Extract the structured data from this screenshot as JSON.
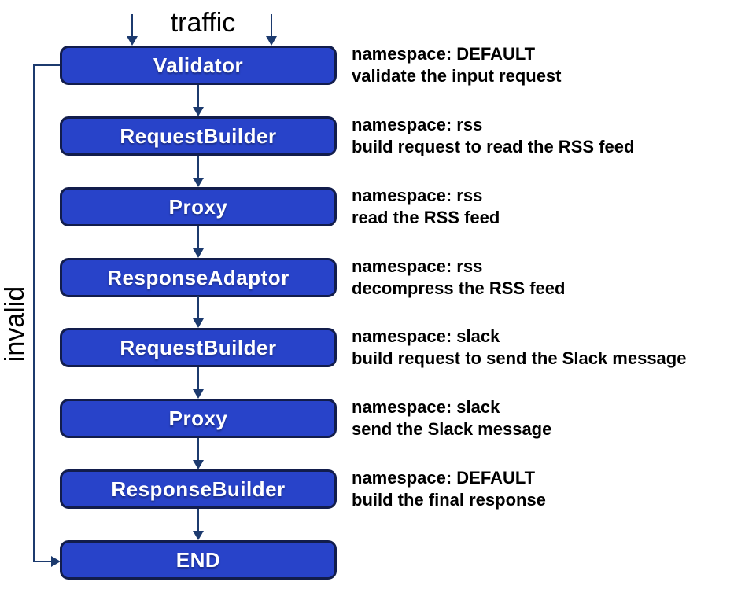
{
  "diagram": {
    "traffic_label": "traffic",
    "invalid_label": "invalid",
    "nodes": [
      {
        "label": "Validator",
        "annotation_line1": "namespace: DEFAULT",
        "annotation_line2": "validate the input request"
      },
      {
        "label": "RequestBuilder",
        "annotation_line1": "namespace: rss",
        "annotation_line2": "build request to read the RSS feed"
      },
      {
        "label": "Proxy",
        "annotation_line1": "namespace: rss",
        "annotation_line2": "read the RSS feed"
      },
      {
        "label": "ResponseAdaptor",
        "annotation_line1": "namespace: rss",
        "annotation_line2": "decompress the RSS feed"
      },
      {
        "label": "RequestBuilder",
        "annotation_line1": "namespace: slack",
        "annotation_line2": "build request to send the Slack message"
      },
      {
        "label": "Proxy",
        "annotation_line1": "namespace: slack",
        "annotation_line2": "send the Slack message"
      },
      {
        "label": "ResponseBuilder",
        "annotation_line1": "namespace: DEFAULT",
        "annotation_line2": "build the final response"
      },
      {
        "label": "END",
        "annotation_line1": "",
        "annotation_line2": ""
      }
    ],
    "colors": {
      "node_fill": "#2843c9",
      "node_border": "#121d4c",
      "connector": "#1c3a6e",
      "annotation_text": "#000000",
      "node_text": "#ffffff"
    }
  }
}
